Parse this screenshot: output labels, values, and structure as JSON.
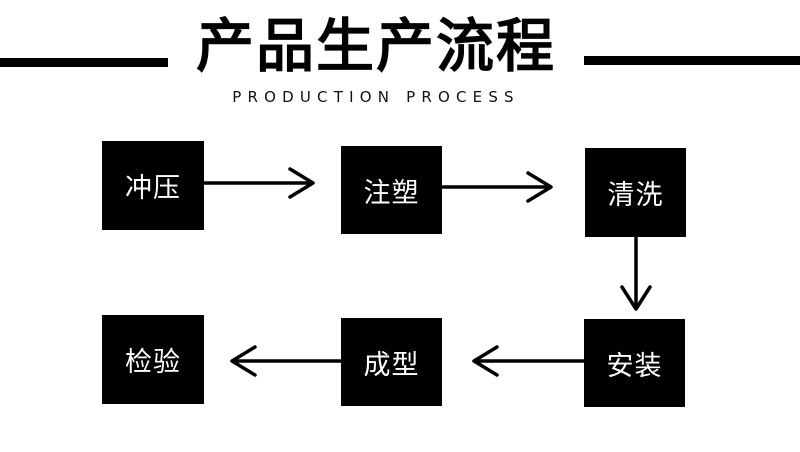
{
  "title": "产品生产流程",
  "subtitle": "PRODUCTION PROCESS",
  "steps": [
    {
      "label": "冲压"
    },
    {
      "label": "注塑"
    },
    {
      "label": "清洗"
    },
    {
      "label": "安装"
    },
    {
      "label": "成型"
    },
    {
      "label": "检验"
    }
  ]
}
